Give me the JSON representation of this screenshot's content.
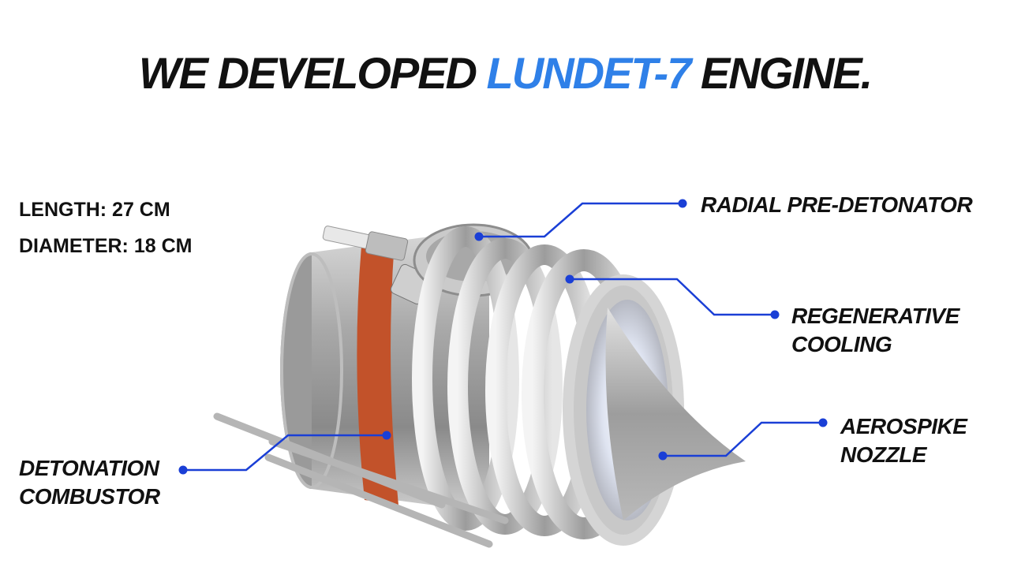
{
  "title": {
    "prefix": "WE DEVELOPED ",
    "highlight": "LUNDET-7",
    "suffix": " ENGINE."
  },
  "specs": {
    "length": "LENGTH: 27 CM",
    "diameter": "DIAMETER: 18 CM"
  },
  "callouts": {
    "pre_detonator": {
      "line1": "RADIAL PRE-DETONATOR"
    },
    "cooling": {
      "line1": "REGENERATIVE",
      "line2": "COOLING"
    },
    "nozzle": {
      "line1": "AEROSPIKE",
      "line2": "NOZZLE"
    },
    "combustor": {
      "line1": "DETONATION",
      "line2": "COMBUSTOR"
    }
  },
  "colors": {
    "accent": "#2f80e8",
    "leader": "#1a3fd6",
    "band": "#c2522a"
  }
}
